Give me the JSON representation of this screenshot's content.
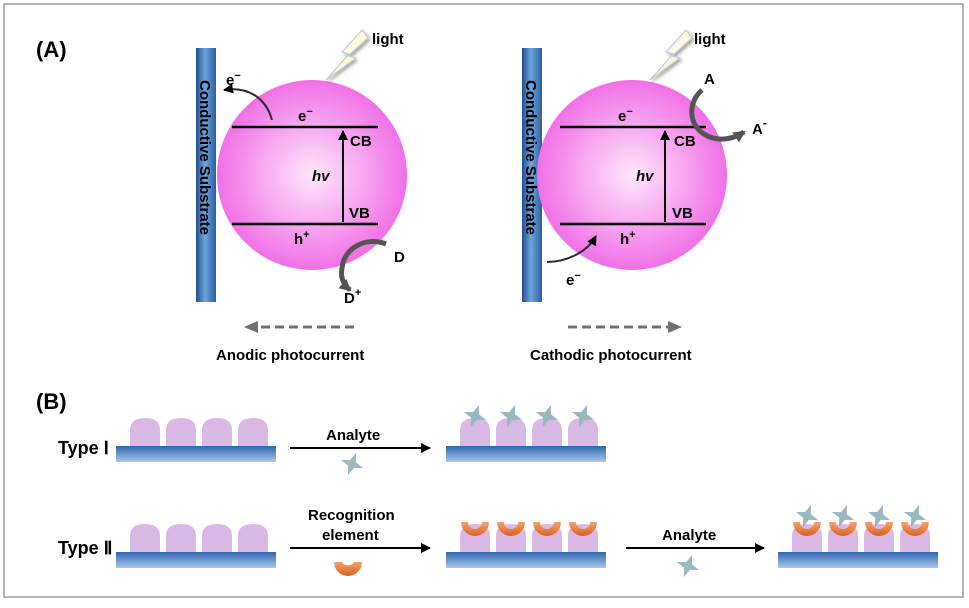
{
  "panel_a": {
    "label": "(A)",
    "substrate_label": "Conductive Substrate",
    "light_label": "light",
    "electron": "e",
    "electron_sup": "−",
    "hole": "h",
    "hole_sup": "+",
    "cb": "CB",
    "vb": "VB",
    "hv": "hv",
    "anodic": {
      "donor": "D",
      "donor_ox": "D",
      "donor_ox_sup": "+",
      "caption": "Anodic photocurrent"
    },
    "cathodic": {
      "acceptor": "A",
      "acceptor_red": "A",
      "acceptor_red_sup": "-",
      "caption": "Cathodic photocurrent"
    }
  },
  "panel_b": {
    "label": "(B)",
    "type1": {
      "label": "Type Ⅰ",
      "arrow_label": "Analyte"
    },
    "type2": {
      "label": "Type Ⅱ",
      "arrow1_line1": "Recognition",
      "arrow1_line2": "element",
      "arrow2_label": "Analyte"
    }
  },
  "colors": {
    "sphere": "#f078e8",
    "substrate": "#3a74b8",
    "bump": "#d9b8e4",
    "recognition": "#e8793a",
    "analyte": "#9ab8c0",
    "dashed_arrow": "#6e6e6e"
  }
}
